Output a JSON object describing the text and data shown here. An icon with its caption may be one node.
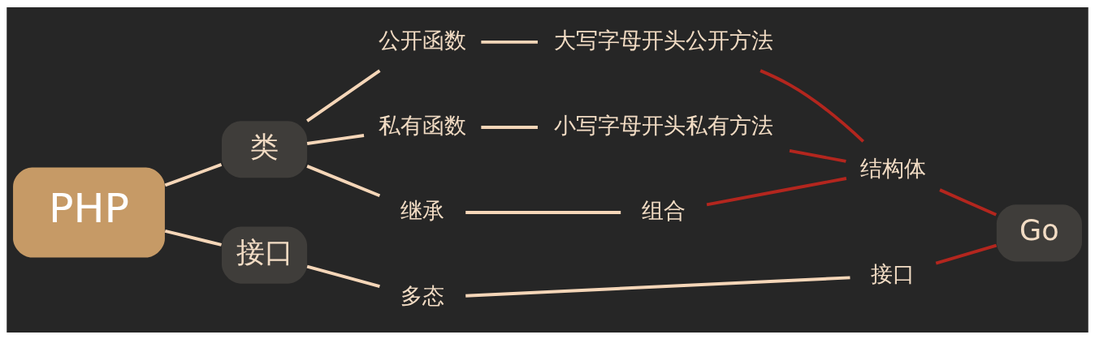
{
  "diagram": {
    "nodes": [
      {
        "text": [
          "PHP"
        ]
      },
      {
        "text": [
          "类"
        ]
      },
      {
        "text": [
          "接口"
        ]
      },
      {
        "text": [
          "公开函数"
        ]
      },
      {
        "text": [
          "私有函数"
        ]
      },
      {
        "text": [
          "继承"
        ]
      },
      {
        "text": [
          "大写字母开头公开方法"
        ]
      },
      {
        "text": [
          "小写字母开头私有方法"
        ]
      },
      {
        "text": [
          "组合"
        ]
      },
      {
        "text": [
          "多态"
        ]
      },
      {
        "text": [
          "结构体"
        ]
      },
      {
        "text": [
          "接口"
        ]
      },
      {
        "text": [
          "Go"
        ]
      }
    ],
    "edges": [
      {
        "from": 0,
        "to": 1,
        "arrow": "none"
      },
      {
        "from": 0,
        "to": 2,
        "arrow": "none"
      },
      {
        "from": 1,
        "to": 3,
        "arrow": "none"
      },
      {
        "from": 1,
        "to": 4,
        "arrow": "none"
      },
      {
        "from": 1,
        "to": 5,
        "arrow": "none"
      },
      {
        "from": 3,
        "to": 6,
        "arrow": "none"
      },
      {
        "from": 4,
        "to": 7,
        "arrow": "none"
      },
      {
        "from": 5,
        "to": 8,
        "arrow": "none"
      },
      {
        "from": 2,
        "to": 9,
        "arrow": "none"
      },
      {
        "from": 9,
        "to": 11,
        "arrow": "none"
      },
      {
        "from": 6,
        "to": 10,
        "arrow": "none",
        "color": "#b3261e"
      },
      {
        "from": 7,
        "to": 10,
        "arrow": "none",
        "color": "#b3261e"
      },
      {
        "from": 8,
        "to": 10,
        "arrow": "none",
        "color": "#b3261e"
      },
      {
        "from": 10,
        "to": 12,
        "arrow": "none",
        "color": "#b3261e"
      },
      {
        "from": 11,
        "to": 12,
        "arrow": "none",
        "color": "#b3261e"
      }
    ]
  }
}
